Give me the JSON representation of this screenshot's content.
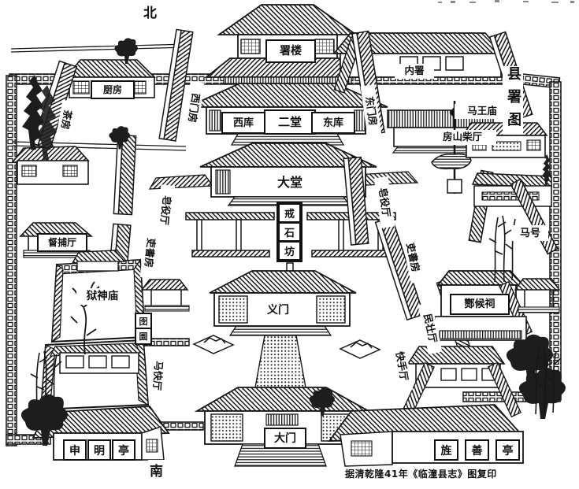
{
  "colors": {
    "ink": "#161616",
    "paper": "#ffffff"
  },
  "compass": {
    "north": "北",
    "south": "南"
  },
  "title": {
    "text": "县署图"
  },
  "caption": {
    "text": "据清乾隆41年《临潼县志》图复印"
  },
  "axis": {
    "tower": "署楼",
    "west_store": "西库",
    "second_hall": "二堂",
    "east_store": "东库",
    "great_hall": "大堂",
    "jieshi_arch": [
      "戒",
      "石",
      "坊"
    ],
    "yi_gate": "义门",
    "main_gate": "大门"
  },
  "west": {
    "kitchen": "厨房",
    "tea_house": "茶房",
    "west_gate_house": "西门房",
    "constable_hall": "皂役厅",
    "clerk_rooms": "吏書房",
    "supervise_hall": "督捕厅",
    "prison_temple": "狱神庙",
    "prison": [
      "囹",
      "圄"
    ],
    "horse_courier_hall": "马快厅",
    "shenming_pavilion": [
      "申",
      "明",
      "亭"
    ]
  },
  "east": {
    "inner_office": "内署",
    "east_gate_house": "东门房",
    "horse_king_temple": "马王庙",
    "fangshan_hall": "房山柴厅",
    "stable": "马号",
    "constable_hall": "皂役厅",
    "clerk_rooms": "吏書房",
    "militia_hall": "民壮厅",
    "zanhou_shrine": "酂候祠",
    "fasthand_hall": "快手厅",
    "jingshan_pavilion": [
      "旌",
      "善",
      "亭"
    ]
  }
}
